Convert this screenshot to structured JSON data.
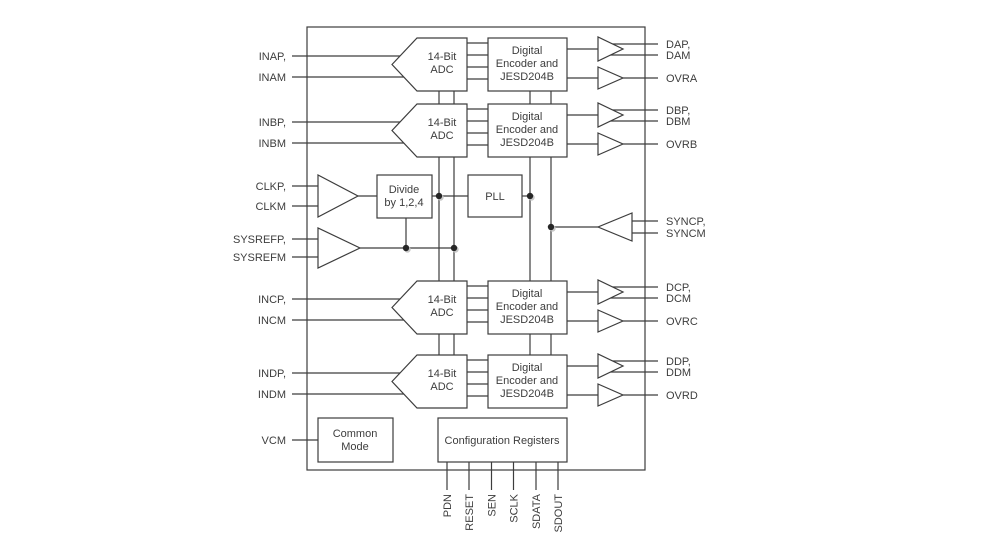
{
  "colors": {
    "line": "#3d3d3d",
    "background": "#ffffff"
  },
  "channels": [
    {
      "name": "A",
      "inputs": [
        "INAP,",
        "INAM"
      ],
      "adc": [
        "14-Bit",
        "ADC"
      ],
      "encoder": [
        "Digital",
        "Encoder and",
        "JESD204B"
      ],
      "outputs": [
        "DAP,",
        "DAM"
      ],
      "ovr": "OVRA"
    },
    {
      "name": "B",
      "inputs": [
        "INBP,",
        "INBM"
      ],
      "adc": [
        "14-Bit",
        "ADC"
      ],
      "encoder": [
        "Digital",
        "Encoder and",
        "JESD204B"
      ],
      "outputs": [
        "DBP,",
        "DBM"
      ],
      "ovr": "OVRB"
    },
    {
      "name": "C",
      "inputs": [
        "INCP,",
        "INCM"
      ],
      "adc": [
        "14-Bit",
        "ADC"
      ],
      "encoder": [
        "Digital",
        "Encoder and",
        "JESD204B"
      ],
      "outputs": [
        "DCP,",
        "DCM"
      ],
      "ovr": "OVRC"
    },
    {
      "name": "D",
      "inputs": [
        "INDP,",
        "INDM"
      ],
      "adc": [
        "14-Bit",
        "ADC"
      ],
      "encoder": [
        "Digital",
        "Encoder and",
        "JESD204B"
      ],
      "outputs": [
        "DDP,",
        "DDM"
      ],
      "ovr": "OVRD"
    }
  ],
  "clock": {
    "inputs": [
      "CLKP,",
      "CLKM"
    ],
    "divider": [
      "Divide",
      "by 1,2,4"
    ],
    "pll": "PLL"
  },
  "sysref": {
    "inputs": [
      "SYSREFP,",
      "SYSREFM"
    ]
  },
  "sync": {
    "inputs": [
      "SYNCP,",
      "SYNCM"
    ]
  },
  "vcm": {
    "pin": "VCM",
    "block": [
      "Common",
      "Mode"
    ]
  },
  "config": {
    "title": "Configuration Registers",
    "pins": [
      "PDN",
      "RESET",
      "SEN",
      "SCLK",
      "SDATA",
      "SDOUT"
    ]
  }
}
